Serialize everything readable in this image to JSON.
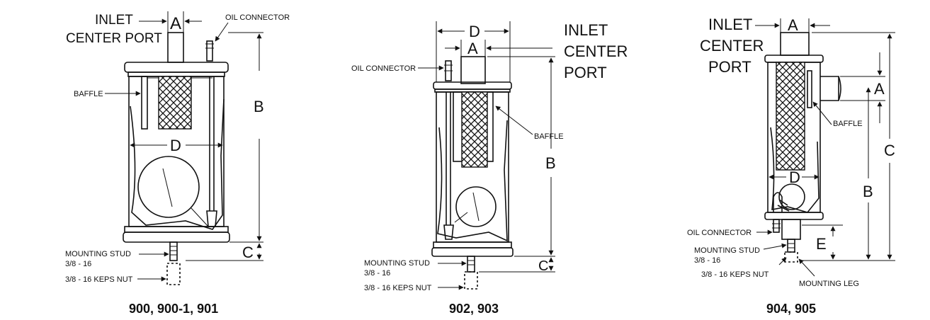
{
  "colors": {
    "ink": "#111111",
    "background": "#ffffff"
  },
  "figures": [
    {
      "caption": "900, 900-1, 901",
      "labels": {
        "inlet_line1": "INLET",
        "inlet_line2": "CENTER PORT",
        "oil_connector": "OIL CONNECTOR",
        "baffle": "BAFFLE",
        "dim_a": "A",
        "dim_b": "B",
        "dim_c": "C",
        "dim_d": "D",
        "mounting_stud_line1": "MOUNTING STUD",
        "mounting_stud_line2": "3/8 - 16",
        "keps_nut": "3/8 - 16 KEPS NUT"
      }
    },
    {
      "caption": "902, 903",
      "labels": {
        "inlet_line1": "INLET",
        "inlet_line2": "CENTER",
        "inlet_line3": "PORT",
        "oil_connector": "OIL CONNECTOR",
        "baffle": "BAFFLE",
        "dim_a": "A",
        "dim_b": "B",
        "dim_c": "C",
        "dim_d": "D",
        "mounting_stud_line1": "MOUNTING STUD",
        "mounting_stud_line2": "3/8 - 16",
        "keps_nut": "3/8 - 16 KEPS NUT"
      }
    },
    {
      "caption": "904, 905",
      "labels": {
        "inlet_line1": "INLET",
        "inlet_line2": "CENTER",
        "inlet_line3": "PORT",
        "oil_connector": "OIL CONNECTOR",
        "baffle": "BAFFLE",
        "dim_a_top": "A",
        "dim_a_side": "A",
        "dim_b": "B",
        "dim_c": "C",
        "dim_d": "D",
        "dim_e": "E",
        "mounting_stud_line1": "MOUNTING STUD",
        "mounting_stud_line2": "3/8 - 16",
        "keps_nut": "3/8 - 16 KEPS NUT",
        "mounting_leg": "MOUNTING LEG"
      }
    }
  ]
}
